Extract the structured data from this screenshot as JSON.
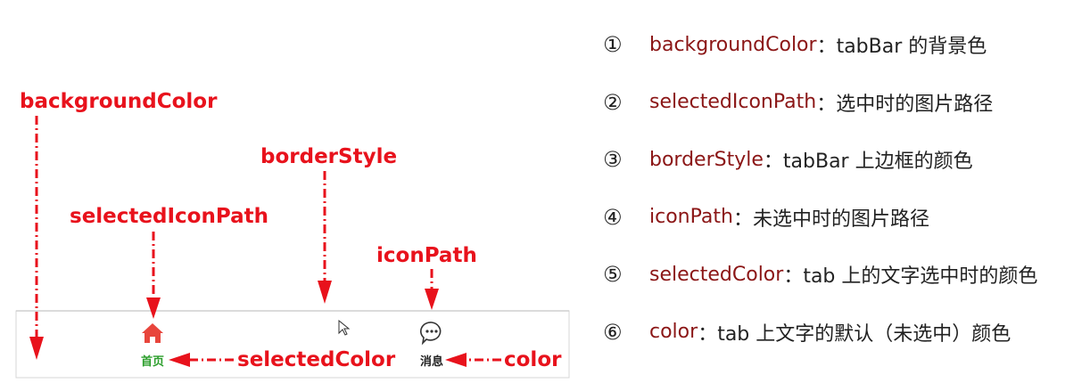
{
  "callouts": {
    "backgroundColor": "backgroundColor",
    "borderStyle": "borderStyle",
    "selectedIconPath": "selectedIconPath",
    "iconPath": "iconPath",
    "selectedColor": "selectedColor",
    "color": "color"
  },
  "tabbar": {
    "items": [
      {
        "label": "首页",
        "icon": "home-icon",
        "color": "#2a9d2a"
      },
      {
        "label": "消息",
        "icon": "chat-bubble-icon",
        "color": "#222222"
      }
    ]
  },
  "colors": {
    "accent": "#e8121c",
    "property": "#8b1616",
    "home_icon": "#e8453c"
  },
  "legend": [
    {
      "num": "①",
      "prop": "backgroundColor",
      "sep": "：",
      "desc": "tabBar 的背景色"
    },
    {
      "num": "②",
      "prop": "selectedIconPath",
      "sep": "：",
      "desc": "选中时的图片路径"
    },
    {
      "num": "③",
      "prop": "borderStyle",
      "sep": "：",
      "desc": "tabBar 上边框的颜色"
    },
    {
      "num": "④",
      "prop": "iconPath",
      "sep": "：",
      "desc": "未选中时的图片路径"
    },
    {
      "num": "⑤",
      "prop": "selectedColor",
      "sep": "：",
      "desc": "tab 上的文字选中时的颜色"
    },
    {
      "num": "⑥",
      "prop": "color",
      "sep": "：",
      "desc": "tab 上文字的默认（未选中）颜色"
    }
  ]
}
